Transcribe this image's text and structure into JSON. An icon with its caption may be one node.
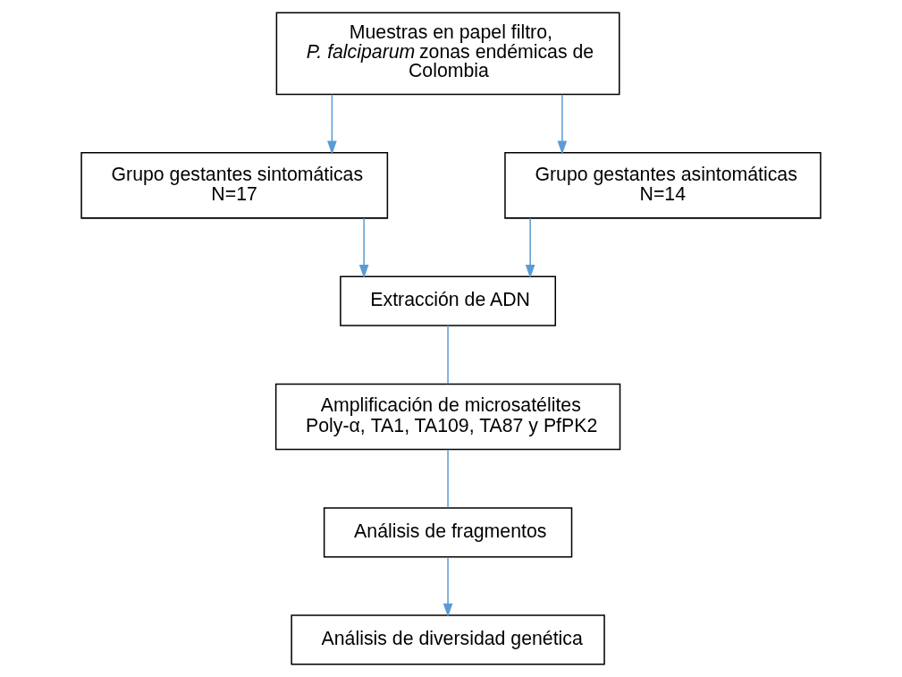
{
  "diagram": {
    "nodes": [
      {
        "text": [
          "Muestras en papel filtro, *P. falciparum* zonas endémicas de Colombia"
        ]
      },
      {
        "text": [
          "Grupo gestantes sintomáticas",
          "N=17"
        ]
      },
      {
        "text": [
          "Grupo gestantes asintomáticas",
          "N=14"
        ]
      },
      {
        "text": [
          "Extracción de ADN"
        ]
      },
      {
        "text": [
          "Amplificación de microsatélites Poly-α, TA1, TA109, TA87 y PfPK2"
        ]
      },
      {
        "text": [
          "Análisis de fragmentos"
        ]
      },
      {
        "text": [
          "Análisis de diversidad genética"
        ]
      }
    ],
    "edges": [
      {
        "from": 0,
        "to": 1,
        "arrow": "to"
      },
      {
        "from": 0,
        "to": 2,
        "arrow": "to"
      },
      {
        "from": 1,
        "to": 3,
        "arrow": "to"
      },
      {
        "from": 2,
        "to": 3,
        "arrow": "to"
      },
      {
        "from": 3,
        "to": 4,
        "arrow": "none"
      },
      {
        "from": 4,
        "to": 5,
        "arrow": "none"
      },
      {
        "from": 5,
        "to": 6,
        "arrow": "to"
      }
    ]
  }
}
